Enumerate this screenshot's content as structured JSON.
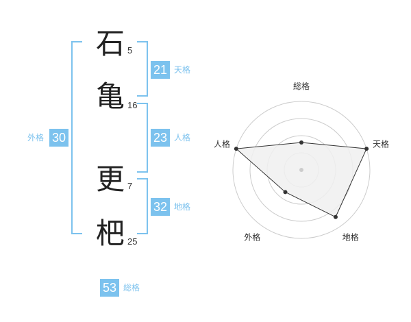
{
  "name": {
    "chars": [
      {
        "kanji": "石",
        "strokes": "5"
      },
      {
        "kanji": "亀",
        "strokes": "16"
      },
      {
        "kanji": "更",
        "strokes": "7"
      },
      {
        "kanji": "杷",
        "strokes": "25"
      }
    ]
  },
  "scores": {
    "tenkaku": {
      "value": "21",
      "label": "天格"
    },
    "jinkaku": {
      "value": "23",
      "label": "人格"
    },
    "chikaku": {
      "value": "32",
      "label": "地格"
    },
    "gaikaku": {
      "value": "30",
      "label": "外格"
    },
    "soukaku": {
      "value": "53",
      "label": "総格"
    }
  },
  "chart_data": {
    "type": "radar",
    "axes": [
      "総格",
      "天格",
      "地格",
      "外格",
      "人格"
    ],
    "values": [
      0.4,
      1.0,
      0.85,
      0.4,
      1.0
    ],
    "rings": 4,
    "colors": {
      "fill": "#f0f0f0",
      "line": "#333333",
      "grid": "#cccccc",
      "accent": "#7cc2ee"
    }
  }
}
